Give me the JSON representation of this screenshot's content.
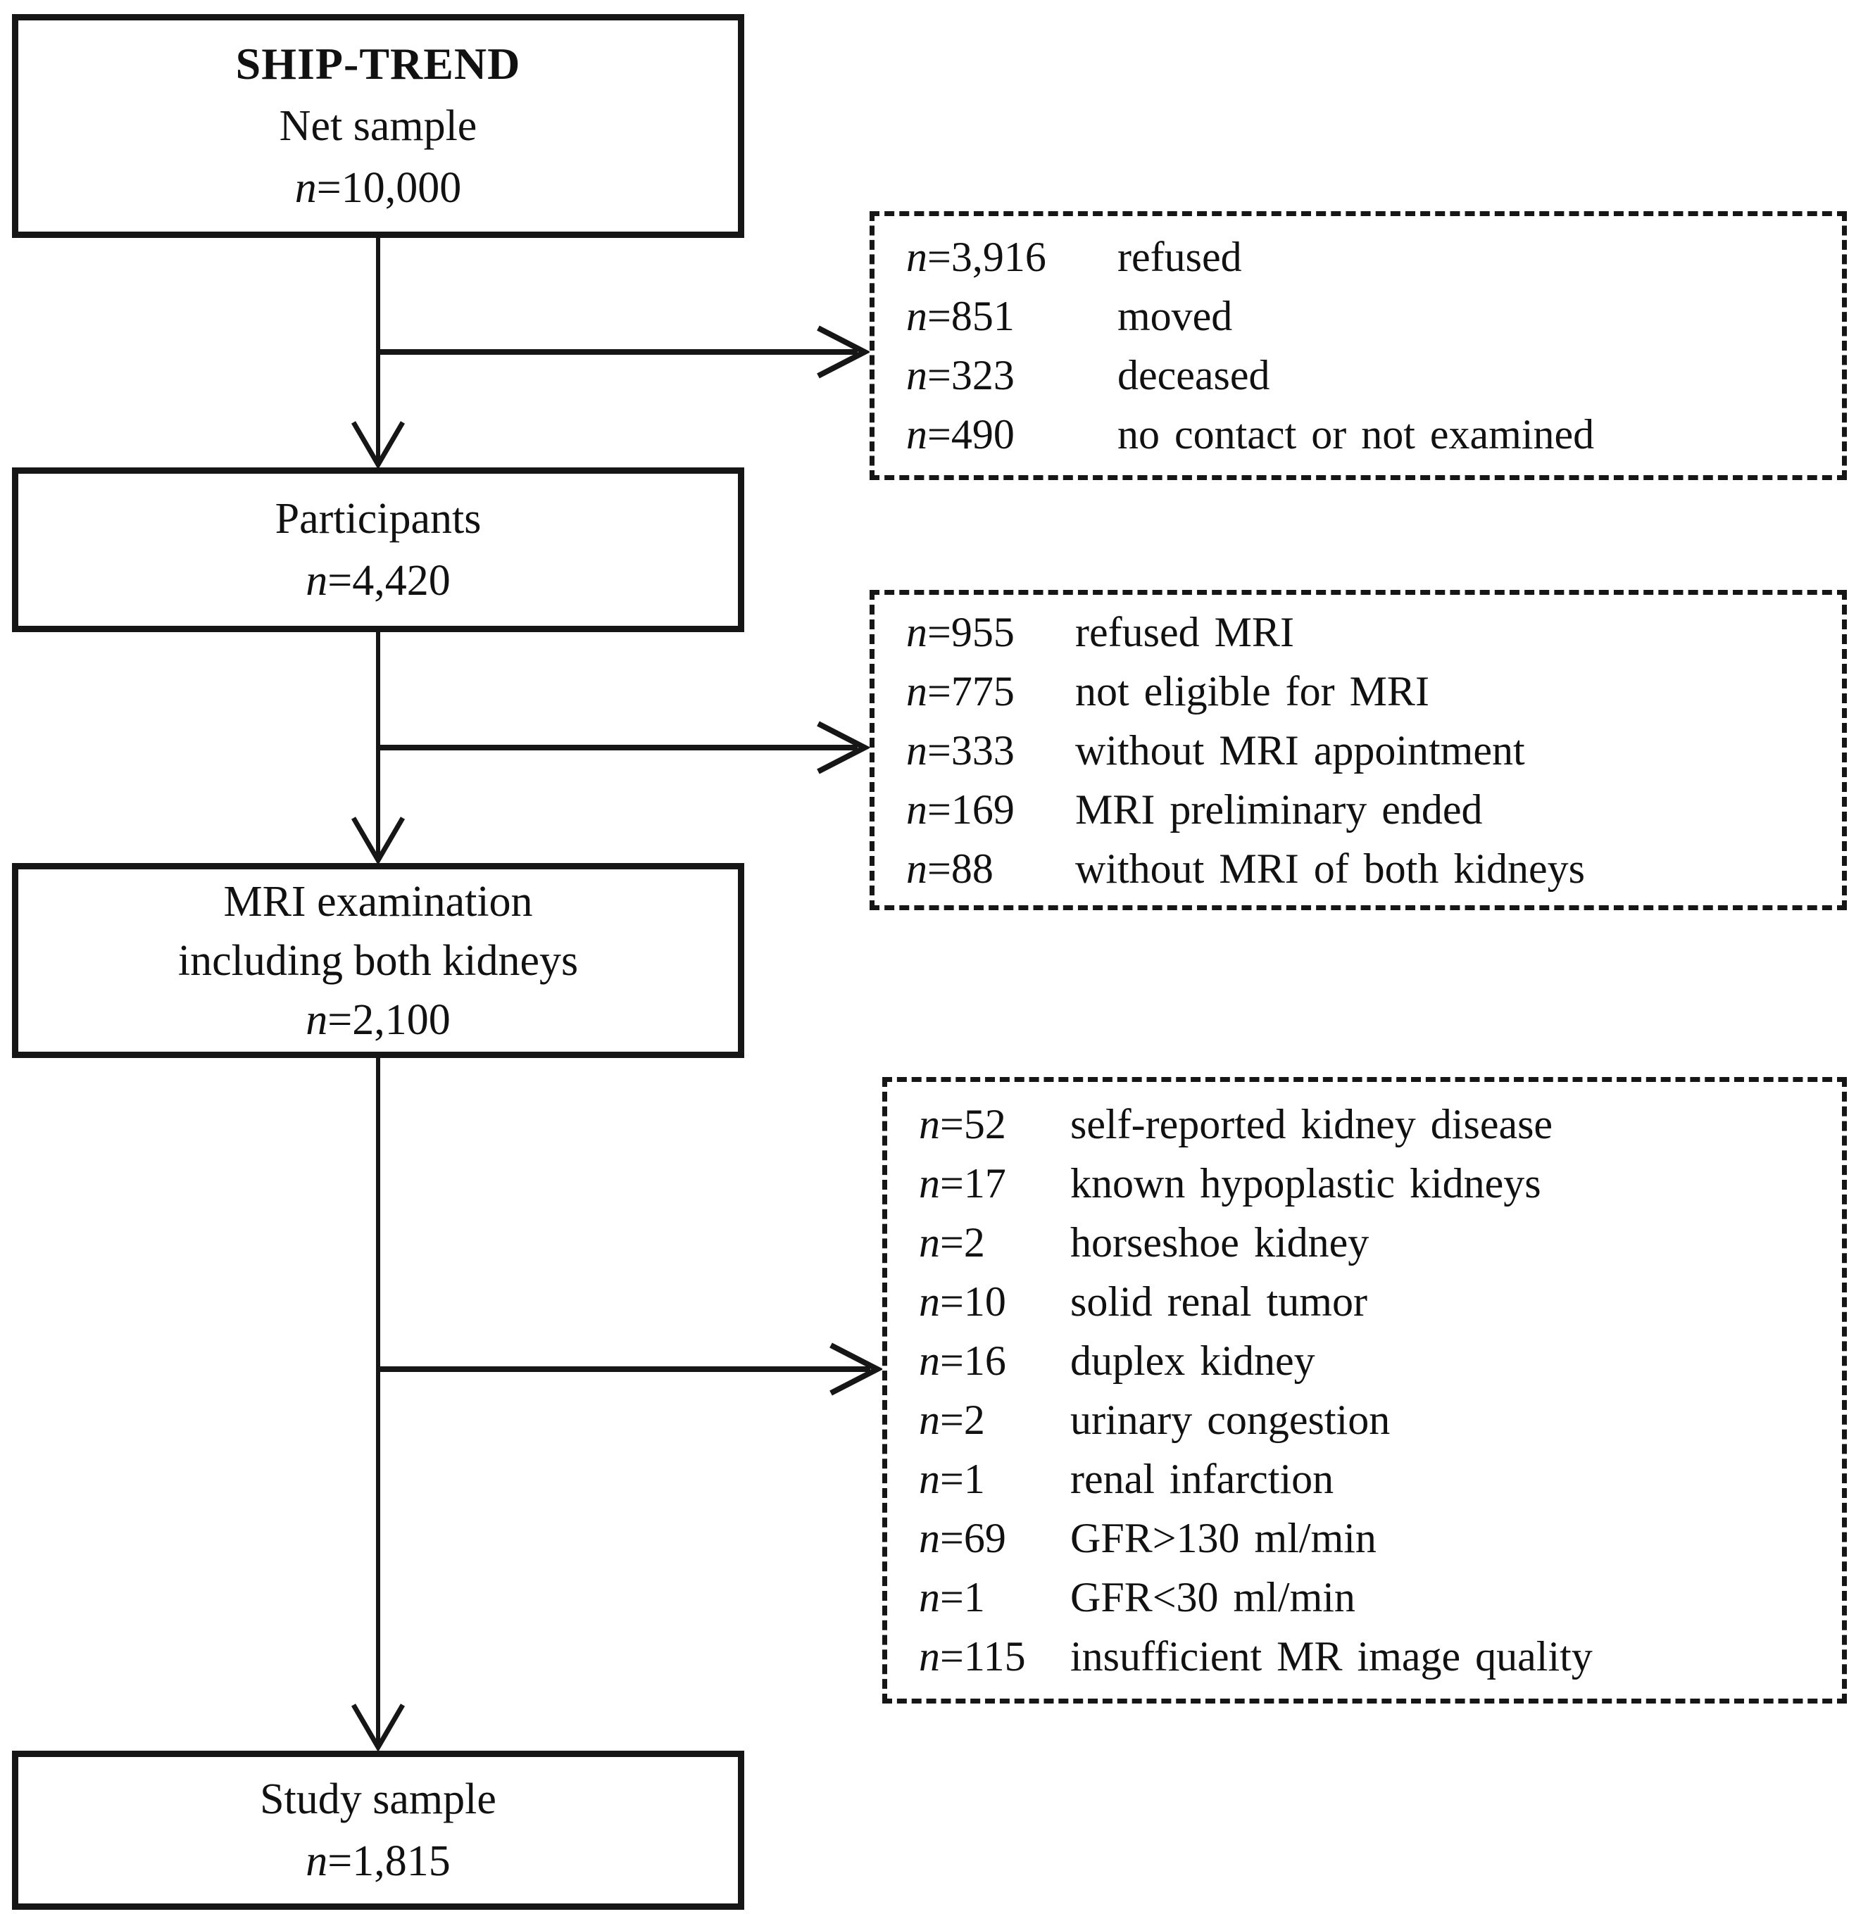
{
  "const": {
    "n": "n",
    "eq": "="
  },
  "colors": {
    "line": "#161616",
    "background": "#ffffff",
    "text": "#111111"
  },
  "flow": {
    "box_ship": {
      "line1": "SHIP-TREND",
      "line2": "Net sample",
      "value": "10,000"
    },
    "box_participants": {
      "line1": "Participants",
      "value": "4,420"
    },
    "box_mri": {
      "line1": "MRI examination",
      "line2": "including both kidneys",
      "value": "2,100"
    },
    "box_study": {
      "line1": "Study sample",
      "value": "1,815"
    },
    "excl_a": {
      "items": [
        {
          "value": "3,916",
          "label": "refused"
        },
        {
          "value": "851",
          "label": "moved"
        },
        {
          "value": "323",
          "label": "deceased"
        },
        {
          "value": "490",
          "label": "no contact or not examined"
        }
      ]
    },
    "excl_b": {
      "items": [
        {
          "value": "955",
          "label": "refused MRI"
        },
        {
          "value": "775",
          "label": "not eligible for MRI"
        },
        {
          "value": "333",
          "label": "without MRI appointment"
        },
        {
          "value": "169",
          "label": "MRI preliminary ended"
        },
        {
          "value": "88",
          "label": "without MRI of both kidneys"
        }
      ]
    },
    "excl_c": {
      "items": [
        {
          "value": "52",
          "label": "self-reported kidney disease"
        },
        {
          "value": "17",
          "label": "known hypoplastic kidneys"
        },
        {
          "value": "2",
          "label": "horseshoe kidney"
        },
        {
          "value": "10",
          "label": "solid renal tumor"
        },
        {
          "value": "16",
          "label": "duplex kidney"
        },
        {
          "value": "2",
          "label": "urinary congestion"
        },
        {
          "value": "1",
          "label": "renal infarction"
        },
        {
          "value": "69",
          "label": "GFR>130 ml/min"
        },
        {
          "value": "1",
          "label": "GFR<30 ml/min"
        },
        {
          "value": "115",
          "label": "insufficient MR image quality"
        }
      ]
    }
  }
}
